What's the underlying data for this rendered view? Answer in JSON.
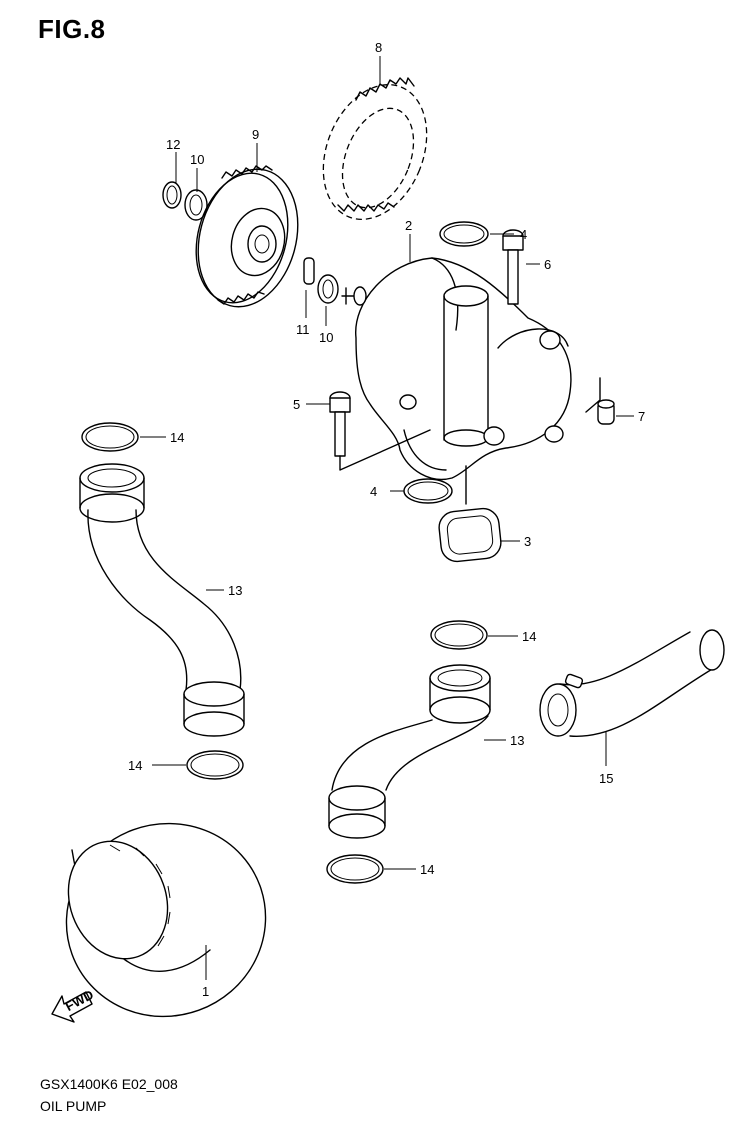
{
  "header": {
    "title": "FIG.8"
  },
  "footer": {
    "model_code": "GSX1400K6 E02_008",
    "diagram_name": "OIL PUMP"
  },
  "fwd_label": "FWD",
  "callouts": {
    "c1": "1",
    "c2": "2",
    "c3": "3",
    "c4a": "4",
    "c4b": "4",
    "c5": "5",
    "c6": "6",
    "c7": "7",
    "c8": "8",
    "c9": "9",
    "c10a": "10",
    "c10b": "10",
    "c11": "11",
    "c12": "12",
    "c13a": "13",
    "c13b": "13",
    "c14a": "14",
    "c14b": "14",
    "c14c": "14",
    "c14d": "14",
    "c15": "15"
  }
}
